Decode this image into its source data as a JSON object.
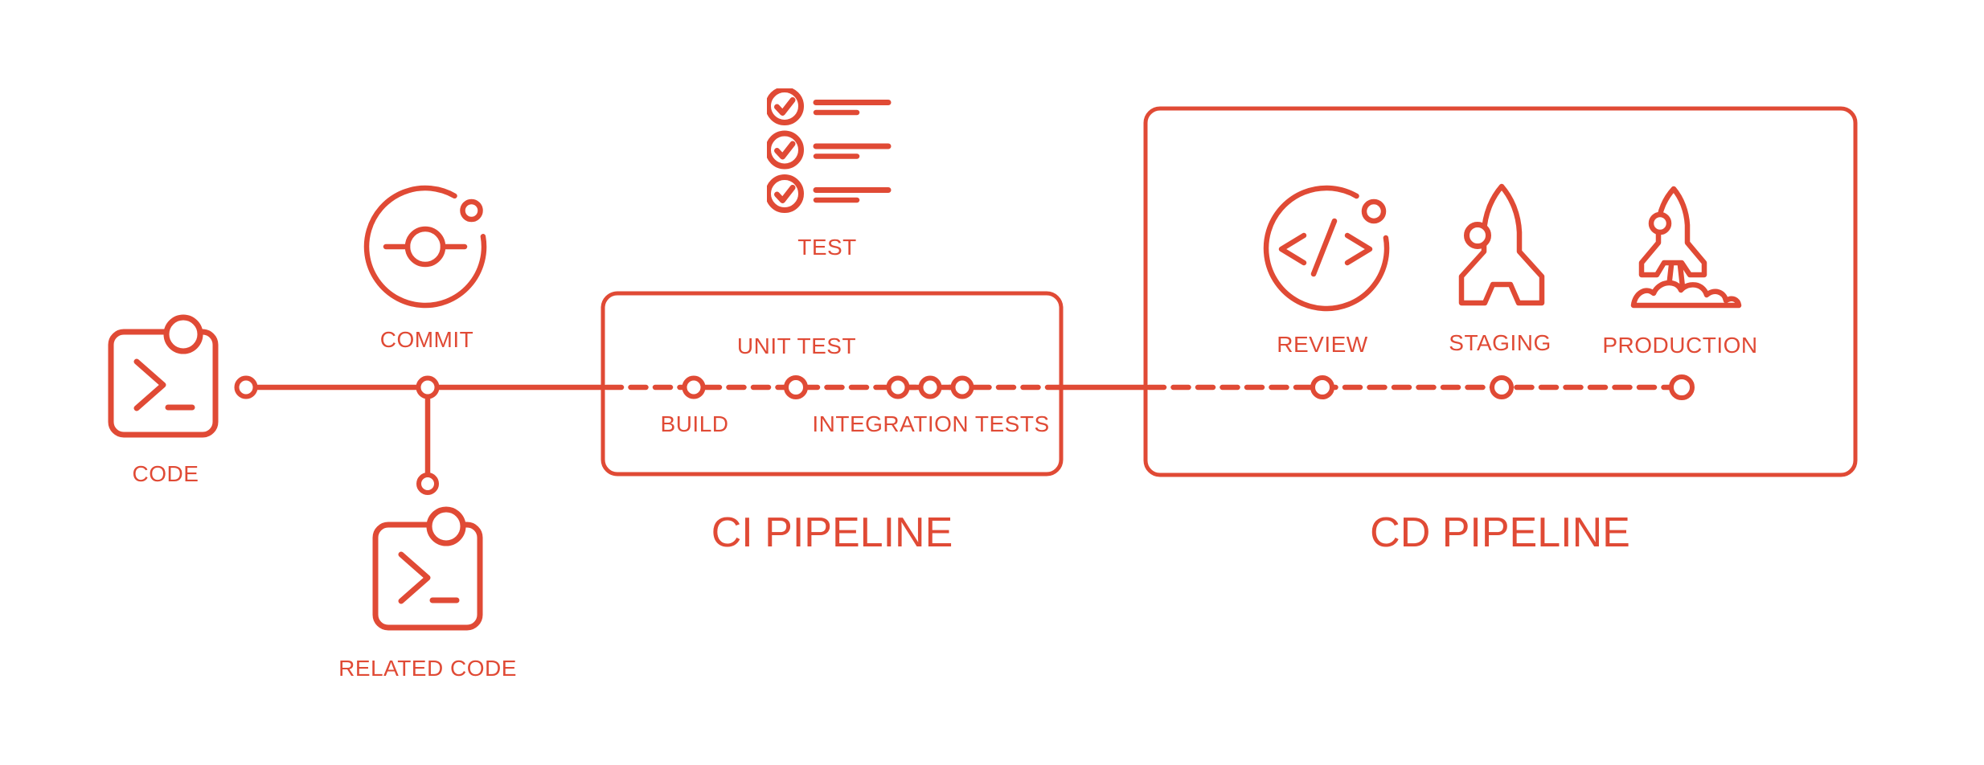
{
  "diagram": {
    "accent_color": "#E04A35",
    "background_color": "#FFFFFF",
    "source_stages": {
      "code": {
        "label": "CODE",
        "icon": "terminal-icon"
      },
      "commit": {
        "label": "COMMIT",
        "icon": "git-commit-icon"
      },
      "related_code": {
        "label": "RELATED CODE",
        "icon": "terminal-icon"
      },
      "test": {
        "label": "TEST",
        "icon": "checklist-icon"
      }
    },
    "ci_pipeline": {
      "title": "CI PIPELINE",
      "stages": [
        {
          "label": "BUILD"
        },
        {
          "label": "UNIT TEST"
        },
        {
          "label": "INTEGRATION TESTS"
        }
      ]
    },
    "cd_pipeline": {
      "title": "CD PIPELINE",
      "stages": [
        {
          "label": "REVIEW",
          "icon": "code-review-icon"
        },
        {
          "label": "STAGING",
          "icon": "rocket-icon"
        },
        {
          "label": "PRODUCTION",
          "icon": "rocket-launch-icon"
        }
      ]
    }
  }
}
